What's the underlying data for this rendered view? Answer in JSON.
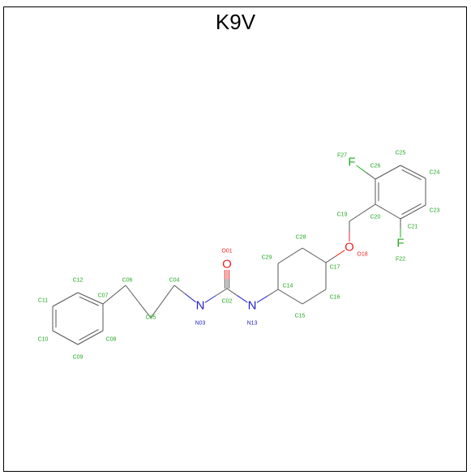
{
  "title": "K9V",
  "colors": {
    "bond": "#555555",
    "carbon_label": "#22aa22",
    "nitrogen": "#1f1fcc",
    "oxygen": "#ee2222",
    "fluorine": "#22aa22"
  },
  "heteroatoms": [
    {
      "id": "N03",
      "symbol": "N",
      "label": "N",
      "tag": "N03",
      "color": "nitrogen"
    },
    {
      "id": "N13",
      "symbol": "N",
      "label": "N",
      "tag": "N13",
      "color": "nitrogen"
    },
    {
      "id": "O01",
      "symbol": "O",
      "label": "O",
      "tag": "O01",
      "color": "oxygen"
    },
    {
      "id": "O18",
      "symbol": "O",
      "label": "O",
      "tag": "O18",
      "color": "oxygen"
    },
    {
      "id": "F27",
      "symbol": "F",
      "label": "F",
      "tag": "F27",
      "color": "fluorine"
    },
    {
      "id": "F22",
      "symbol": "F",
      "label": "F",
      "tag": "F22",
      "color": "fluorine"
    }
  ],
  "carbon_labels": [
    "C02",
    "C04",
    "C05",
    "C06",
    "C07",
    "C08",
    "C09",
    "C10",
    "C11",
    "C12",
    "C14",
    "C15",
    "C16",
    "C17",
    "C19",
    "C20",
    "C21",
    "C23",
    "C24",
    "C25",
    "C26",
    "C28",
    "C29"
  ]
}
